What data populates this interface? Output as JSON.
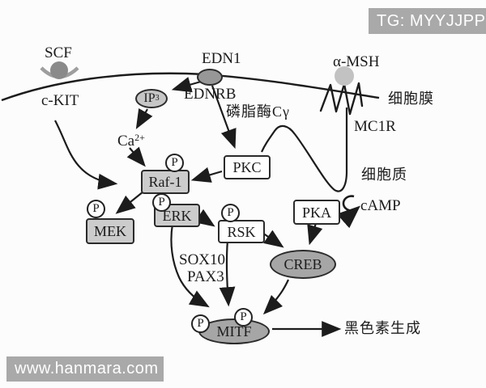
{
  "badge": {
    "text": "TG: MYYJJPP"
  },
  "watermark": {
    "text": "www.hanmara.com"
  },
  "colors": {
    "overlay_gray": "#a9a9a9",
    "node_dark_gray": "#979797",
    "node_mid_gray": "#a6a6a6",
    "node_light_gray": "#c6c6c6",
    "line": "#1c1c1c"
  },
  "pathway": {
    "ligands": {
      "scf": "SCF",
      "edn1": "EDN1",
      "amsh": "α-MSH"
    },
    "receptors": {
      "ckit": "c-KIT",
      "ednrb": "EDNRB",
      "mc1r": "MC1R"
    },
    "compartments": {
      "membrane": "细胞膜",
      "cytoplasm": "细胞质"
    },
    "messengers": {
      "ip3_base": "IP",
      "ip3_sub": "3",
      "ca_base": "Ca",
      "ca_sup": "2+",
      "plc_gamma": "磷脂酶Cγ",
      "camp": "cAMP"
    },
    "kinases": {
      "pkc": "PKC",
      "raf1": "Raf-1",
      "mek": "MEK",
      "erk": "ERK",
      "rsk": "RSK",
      "pka": "PKA"
    },
    "factors": {
      "sox10": "SOX10",
      "pax3": "PAX3",
      "creb": "CREB",
      "mitf": "MITF"
    },
    "phospho_label": "P",
    "output": "黑色素生成"
  }
}
